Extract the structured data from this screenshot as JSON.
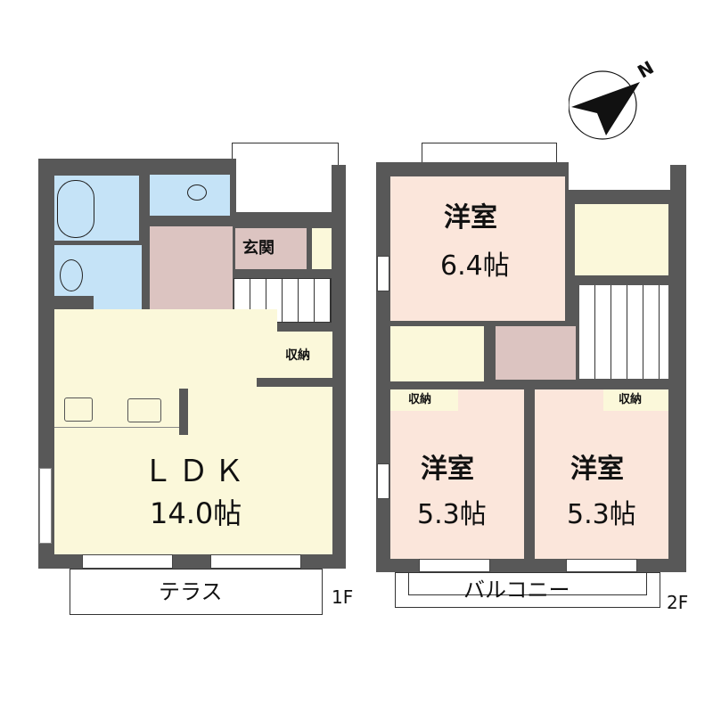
{
  "compass": {
    "label": "N"
  },
  "floor1": {
    "floor_label": "1F",
    "rooms": {
      "ldk": {
        "name": "ＬＤＫ",
        "size": "14.0帖"
      },
      "entrance": {
        "name": "玄関"
      },
      "storage": {
        "name": "収納"
      },
      "terrace": {
        "name": "テラス"
      }
    }
  },
  "floor2": {
    "floor_label": "2F",
    "rooms": {
      "western1": {
        "name": "洋室",
        "size": "6.4帖"
      },
      "western2": {
        "name": "洋室",
        "size": "5.3帖"
      },
      "western3": {
        "name": "洋室",
        "size": "5.3帖"
      },
      "storage_left": {
        "name": "収納"
      },
      "storage_right": {
        "name": "収納"
      },
      "balcony": {
        "name": "バルコニー"
      }
    }
  },
  "colors": {
    "wall": "#585858",
    "bath": "#c5e3f7",
    "hall": "#dcc4c1",
    "ldk": "#fbf8da",
    "western": "#fbe6db"
  }
}
